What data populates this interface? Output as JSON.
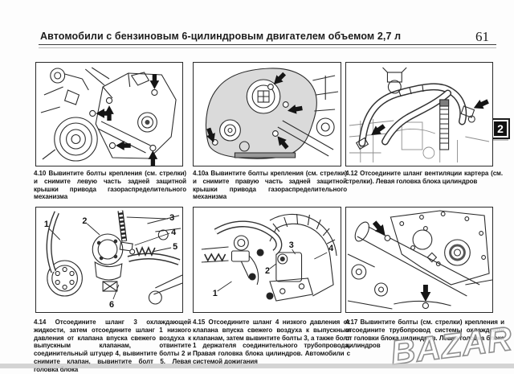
{
  "header": {
    "title": "Автомобили с бензиновым 6-цилиндровым двигателем объемом 2,7 л",
    "page_number": "61"
  },
  "chapter_tab": "2",
  "figures": [
    {
      "caption": "4.10 Вывинтите болты крепления (см. стрелки) и снимите левую часть задней защитной крышки привода газораспределительного механизма",
      "callouts": []
    },
    {
      "caption": "4.10а Вывинтите болты крепления (см. стрелки) и снимите правую часть задней защитной крышки привода газораспределительного механизма",
      "callouts": []
    },
    {
      "caption": "4.12 Отсоедините шланг вентиляции картера (см. стрелки). Левая головка блока цилиндров",
      "callouts": []
    },
    {
      "caption": "4.14 Отсоедините шланг 3 охлаждающей жидкости, затем отсоедините шланг 1 низкого давления от клапана впуска свежего воздуха к выпускным клапанам, отвинтите соединительный штуцер 4, вывинтите болты 2 и снимите клапан, вывинтите болт 5. Левая головка блока",
      "callouts": [
        "1",
        "2",
        "3",
        "4",
        "5",
        "6"
      ]
    },
    {
      "caption": "4.15 Отсоедините шланг 4 низкого давления от клапана впуска свежего воздуха к выпускным клапанам, затем вывинтите болты 3, а также болт 1 держателя соединительного трубопровода. Правая головка блока цилиндров. Автомобили с системой дожигания",
      "callouts": [
        "1",
        "2",
        "3",
        "4"
      ]
    },
    {
      "caption": "4.17 Вывинтите болты (см. стрелки) крепления и отсоедините трубопровод системы охлаждения от головки блока цилиндров. Левая головка блока цилиндров",
      "callouts": []
    }
  ],
  "watermark": "BAZAR"
}
